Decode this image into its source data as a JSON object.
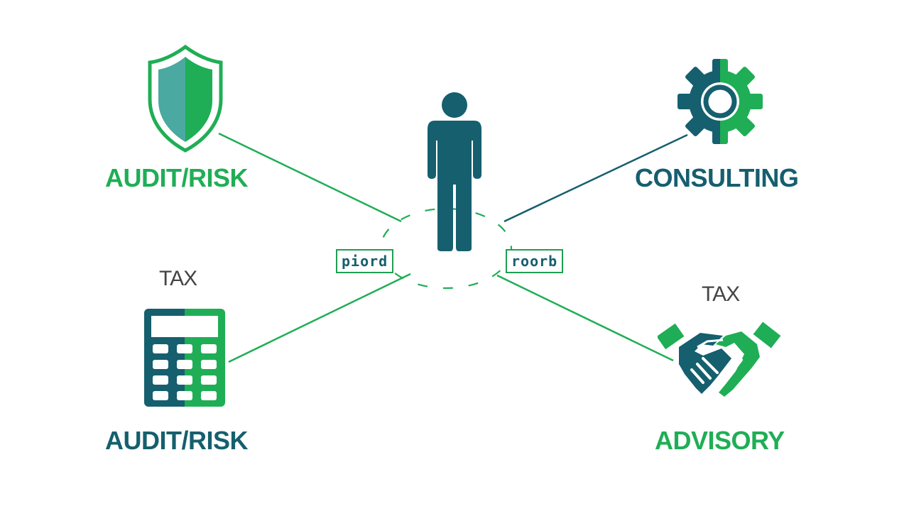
{
  "colors": {
    "green": "#1fae55",
    "teal": "#155f6e",
    "light_teal": "#4aa9a0"
  },
  "nodes": {
    "top_left": {
      "label": "AUDIT/RISK",
      "icon": "shield-icon",
      "color": "#1fae55"
    },
    "top_right": {
      "label": "CONSULTING",
      "icon": "gear-icon",
      "color": "#155f6e"
    },
    "bottom_left": {
      "sublabel": "TAX",
      "label": "AUDIT/RISK",
      "icon": "calculator-icon",
      "color": "#155f6e"
    },
    "bottom_right": {
      "sublabel": "TAX",
      "label": "ADVISORY",
      "icon": "handshake-icon",
      "color": "#1fae55"
    }
  },
  "center": {
    "icon": "person-icon"
  },
  "badges": {
    "left": "piord",
    "right": "roorb"
  }
}
